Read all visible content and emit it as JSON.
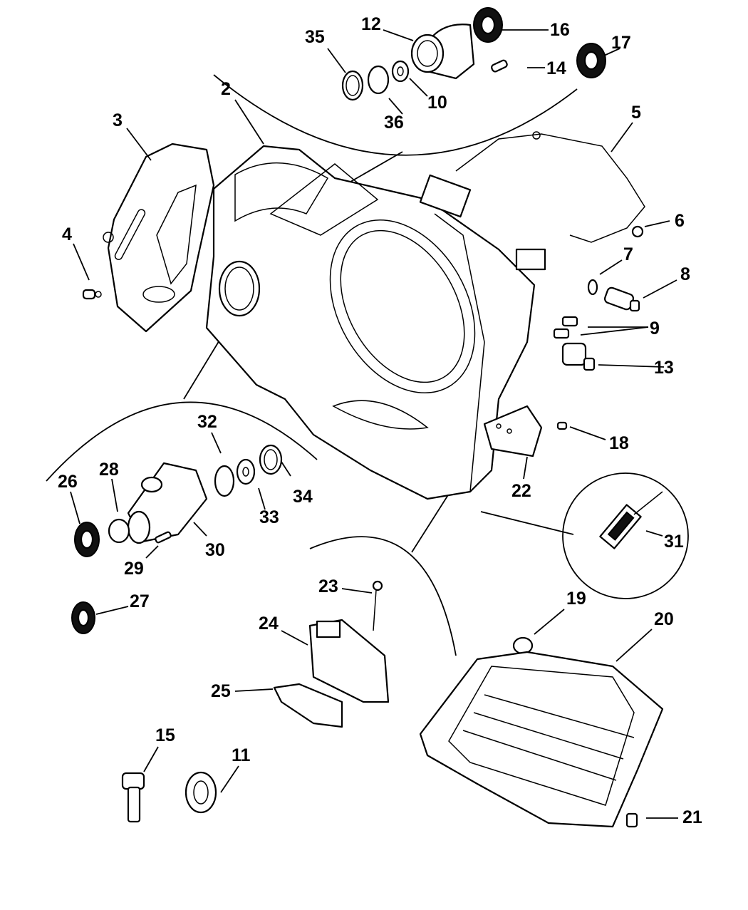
{
  "diagram": {
    "title": "Transmission Case Exploded View",
    "colors": {
      "line": "#000000",
      "background": "#ffffff"
    },
    "callouts": [
      {
        "id": "2",
        "label": "2"
      },
      {
        "id": "3",
        "label": "3"
      },
      {
        "id": "4",
        "label": "4"
      },
      {
        "id": "5",
        "label": "5"
      },
      {
        "id": "6",
        "label": "6"
      },
      {
        "id": "7",
        "label": "7"
      },
      {
        "id": "8",
        "label": "8"
      },
      {
        "id": "9",
        "label": "9"
      },
      {
        "id": "10",
        "label": "10"
      },
      {
        "id": "11",
        "label": "11"
      },
      {
        "id": "12",
        "label": "12"
      },
      {
        "id": "13",
        "label": "13"
      },
      {
        "id": "14",
        "label": "14"
      },
      {
        "id": "15",
        "label": "15"
      },
      {
        "id": "16",
        "label": "16"
      },
      {
        "id": "17",
        "label": "17"
      },
      {
        "id": "18",
        "label": "18"
      },
      {
        "id": "19",
        "label": "19"
      },
      {
        "id": "20",
        "label": "20"
      },
      {
        "id": "21",
        "label": "21"
      },
      {
        "id": "22",
        "label": "22"
      },
      {
        "id": "23",
        "label": "23"
      },
      {
        "id": "24",
        "label": "24"
      },
      {
        "id": "25",
        "label": "25"
      },
      {
        "id": "26",
        "label": "26"
      },
      {
        "id": "27",
        "label": "27"
      },
      {
        "id": "28",
        "label": "28"
      },
      {
        "id": "29",
        "label": "29"
      },
      {
        "id": "30",
        "label": "30"
      },
      {
        "id": "31",
        "label": "31"
      },
      {
        "id": "32",
        "label": "32"
      },
      {
        "id": "33",
        "label": "33"
      },
      {
        "id": "34",
        "label": "34"
      },
      {
        "id": "35",
        "label": "35"
      },
      {
        "id": "36",
        "label": "36"
      }
    ]
  }
}
